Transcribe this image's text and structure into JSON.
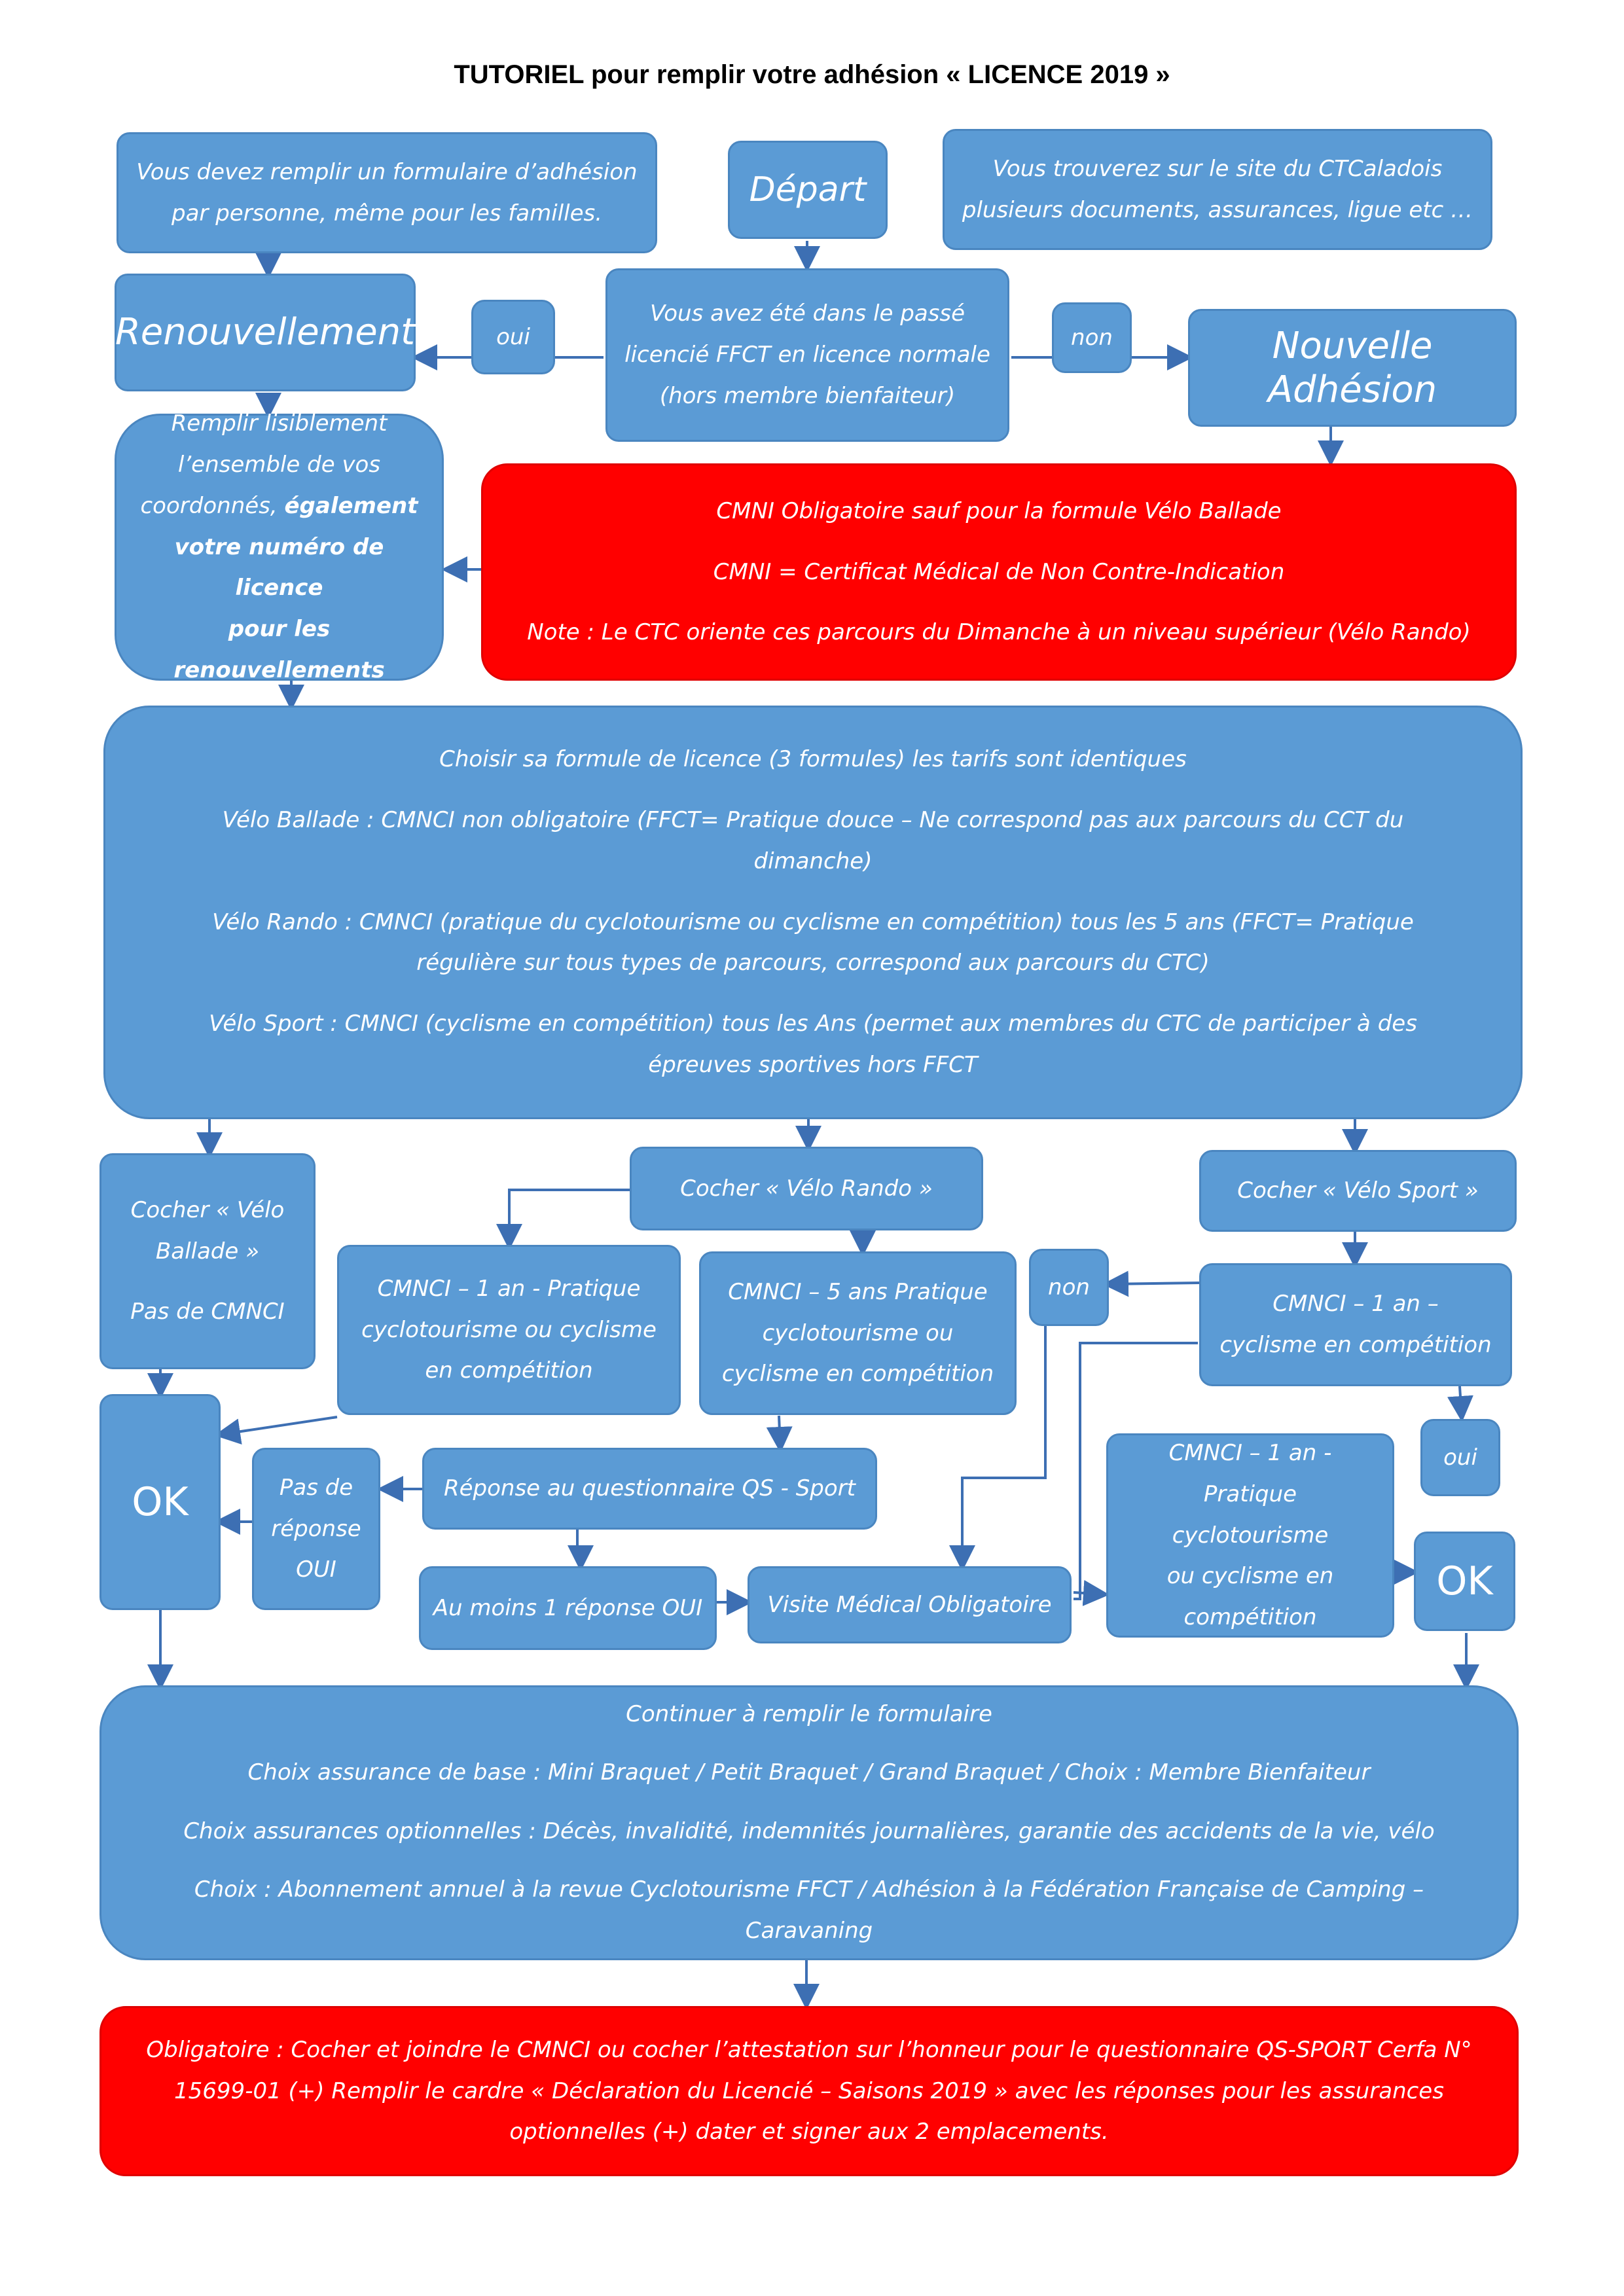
{
  "title": "TUTORIEL pour remplir votre adhésion « LICENCE 2019 »",
  "colors": {
    "box_blue": "#5b9bd5",
    "box_red": "#ff0000",
    "arrow": "#3d6fb3",
    "text": "#ffffff"
  },
  "nodes": {
    "info_left": [
      "Vous devez remplir un formulaire d’adhésion",
      "par personne, même pour les familles."
    ],
    "depart": "Départ",
    "info_right": [
      "Vous trouverez sur le site du CTCaladois",
      "plusieurs documents, assurances, ligue etc …"
    ],
    "renouvellement": "Renouvellement",
    "oui_left": "oui",
    "question": [
      "Vous avez été dans le passé",
      "licencié FFCT en licence normale",
      "(hors membre bienfaiteur)"
    ],
    "non_right": "non",
    "nouvelle": "Nouvelle Adhésion",
    "remplir": [
      "Remplir lisiblement",
      "l’ensemble de vos",
      "coordonnés,",
      "également",
      "votre numéro de licence",
      "pour les renouvellements"
    ],
    "cmni_box": [
      "CMNI Obligatoire sauf pour la formule Vélo Ballade",
      "CMNI = Certificat Médical de Non Contre-Indication",
      "Note : Le CTC oriente ces parcours du Dimanche à un niveau supérieur (Vélo Rando)"
    ],
    "formules": [
      "Choisir sa formule de licence (3 formules) les tarifs sont identiques",
      "Vélo Ballade : CMNCI non obligatoire (FFCT= Pratique douce  – Ne correspond pas aux parcours du CCT du dimanche)",
      "Vélo Rando : CMNCI (pratique du cyclotourisme ou cyclisme en compétition) tous les 5 ans (FFCT= Pratique régulière sur tous types de parcours, correspond aux parcours du CTC)",
      "Vélo Sport : CMNCI (cyclisme en compétition) tous les Ans (permet aux membres du CTC de participer à des épreuves sportives hors FFCT"
    ],
    "ballade": [
      "Cocher « Vélo",
      "Ballade »",
      "Pas de CMNCI"
    ],
    "rando": "Cocher « Vélo Rando »",
    "sport": "Cocher « Vélo Sport »",
    "cmnci_1an_rando": [
      "CMNCI – 1 an - Pratique",
      "cyclotourisme  ou cyclisme",
      "en compétition"
    ],
    "cmnci_5ans": [
      "CMNCI – 5 ans  Pratique",
      "cyclotourisme  ou",
      "cyclisme en compétition"
    ],
    "non_sport": "non",
    "cmnci_1an_sport": [
      "CMNCI – 1 an –",
      "cyclisme en compétition"
    ],
    "ok_left": "OK",
    "pas_de_reponse": [
      "Pas de",
      "réponse",
      "OUI"
    ],
    "qs_sport": "Réponse au questionnaire QS - Sport",
    "oui_sport": "oui",
    "au_moins": "Au moins 1 réponse OUI",
    "visite": "Visite Médical Obligatoire",
    "cmnci_1an_pratique": [
      "CMNCI – 1 an -",
      "Pratique cyclotourisme",
      "ou cyclisme en",
      "compétition"
    ],
    "ok_right": "OK",
    "continuer": [
      "Continuer à remplir le formulaire",
      "Choix assurance de base : Mini Braquet / Petit Braquet / Grand Braquet / Choix : Membre Bienfaiteur",
      "Choix assurances optionnelles : Décès, invalidité, indemnités journalières, garantie des accidents de la vie, vélo",
      "Choix : Abonnement annuel à la revue Cyclotourisme FFCT / Adhésion à la Fédération Française de Camping – Caravaning"
    ],
    "obligatoire": [
      "Obligatoire : Cocher et joindre le  CMNCI ou cocher l’attestation sur l’honneur pour le questionnaire QS-SPORT Cerfa N°",
      "15699-01 (+) Remplir le cardre « Déclaration du Licencié – Saisons 2019 » avec les réponses pour les assurances",
      "optionnelles (+) dater et signer aux 2 emplacements."
    ]
  }
}
